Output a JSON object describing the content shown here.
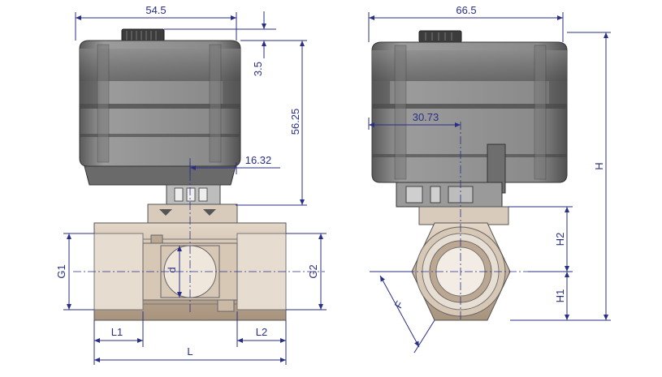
{
  "dimensions": {
    "front_width": "54.5",
    "top_gap": "3.5",
    "actuator_height": "56.25",
    "stem_offset": "16.32",
    "side_width": "66.5",
    "side_offset": "30.73",
    "total_height": "H",
    "height_upper": "H2",
    "height_lower": "H1",
    "hex_flats": "F",
    "port_left": "G1",
    "port_right": "G2",
    "bore": "d",
    "thread_left": "L1",
    "thread_right": "L2",
    "length": "L"
  },
  "colors": {
    "dimension_line": "#2a2f86",
    "actuator_dark": "#5f5f5f",
    "actuator_light": "#9a9a9a",
    "valve_body": "#c9b7a3"
  }
}
